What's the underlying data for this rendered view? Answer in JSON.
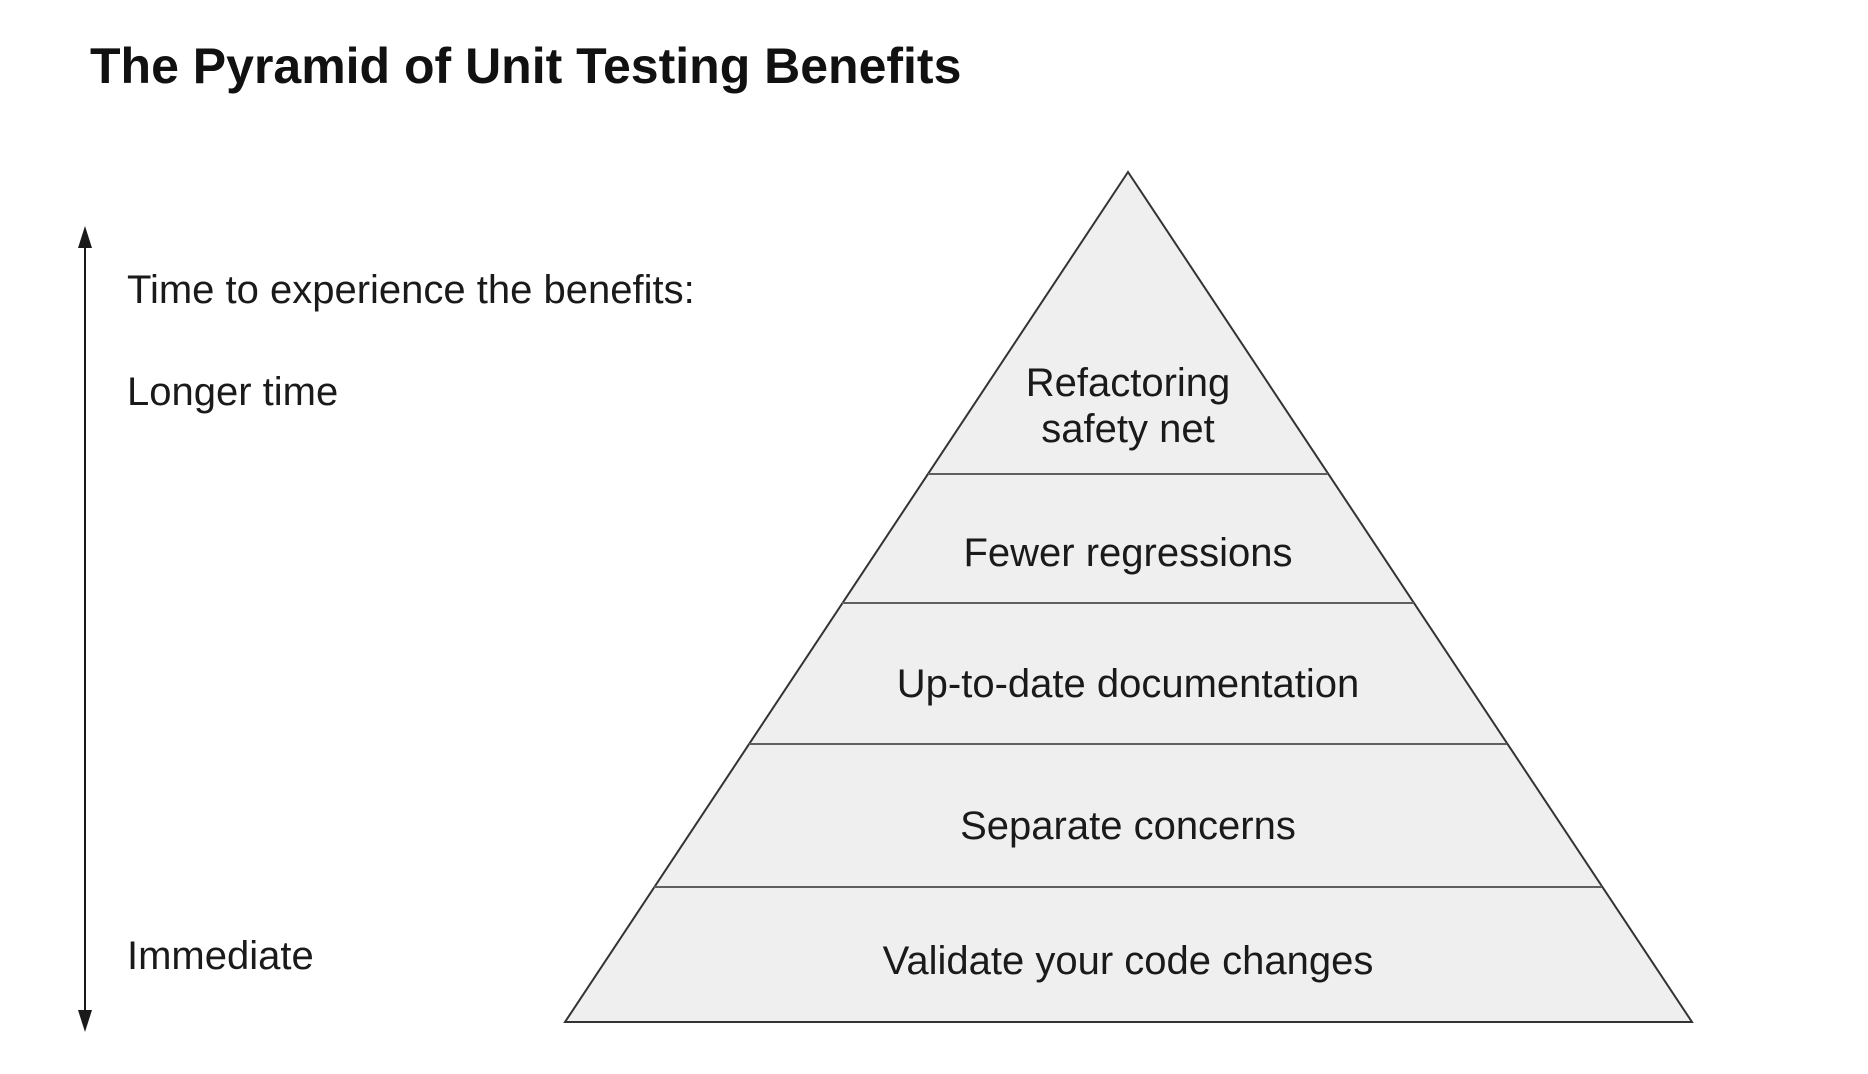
{
  "title": "The Pyramid of Unit Testing Benefits",
  "axis": {
    "caption": "Time to experience the benefits:",
    "top_label": "Longer time",
    "bottom_label": "Immediate"
  },
  "pyramid": {
    "fill_color": "#efefef",
    "outline_color": "#333333",
    "divider_color": "#5f5f5f",
    "text_color": "#1a1a1a",
    "layers": [
      {
        "label": "Refactoring safety net",
        "lines": [
          "Refactoring",
          "safety net"
        ]
      },
      {
        "label": "Fewer regressions"
      },
      {
        "label": "Up-to-date documentation"
      },
      {
        "label": "Separate concerns"
      },
      {
        "label": "Validate your code changes"
      }
    ]
  }
}
